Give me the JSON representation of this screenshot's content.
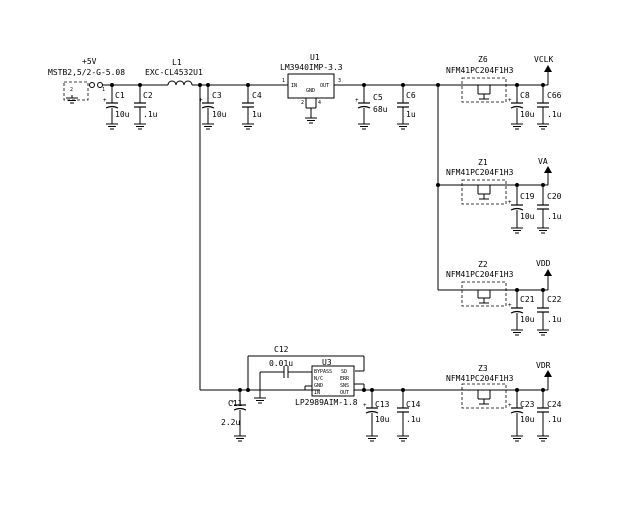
{
  "connector": {
    "ref": "MSTB2,5/2-G-5.08",
    "net": "+5V",
    "pin1": "1",
    "pin2": "2"
  },
  "inductor": {
    "ref": "L1",
    "part": "EXC-CL4532U1"
  },
  "regulator_u1": {
    "ref": "U1",
    "part": "LM3940IMP-3.3",
    "pin_in": "IN",
    "pin_out": "OUT",
    "pin_gnd": "GND",
    "p1": "1",
    "p2": "2",
    "p3": "3",
    "p4": "4"
  },
  "regulator_u3": {
    "ref": "U3",
    "part": "LP2989AIM-1.8",
    "pins_left": [
      "BYPASS",
      "N/C",
      "GND",
      "IN"
    ],
    "pins_right": [
      "SD",
      "ERR",
      "SNS",
      "OUT"
    ]
  },
  "capacitors": [
    {
      "ref": "C1",
      "value": "10u"
    },
    {
      "ref": "C2",
      "value": ".1u"
    },
    {
      "ref": "C3",
      "value": "10u"
    },
    {
      "ref": "C4",
      "value": "1u"
    },
    {
      "ref": "C5",
      "value": "68u"
    },
    {
      "ref": "C6",
      "value": "1u"
    },
    {
      "ref": "C8",
      "value": "10u"
    },
    {
      "ref": "C66",
      "value": ".1u"
    },
    {
      "ref": "C19",
      "value": "10u"
    },
    {
      "ref": "C20",
      "value": ".1u"
    },
    {
      "ref": "C21",
      "value": "10u"
    },
    {
      "ref": "C22",
      "value": ".1u"
    },
    {
      "ref": "C12",
      "value": "0.01u"
    },
    {
      "ref": "C11",
      "value": "2.2u"
    },
    {
      "ref": "C13",
      "value": "10u"
    },
    {
      "ref": "C14",
      "value": ".1u"
    },
    {
      "ref": "C23",
      "value": "10u"
    },
    {
      "ref": "C24",
      "value": ".1u"
    }
  ],
  "filters": [
    {
      "ref": "Z6",
      "part": "NFM41PC204F1H3",
      "net": "VCLK"
    },
    {
      "ref": "Z1",
      "part": "NFM41PC204F1H3",
      "net": "VA"
    },
    {
      "ref": "Z2",
      "part": "NFM41PC204F1H3",
      "net": "VDD"
    },
    {
      "ref": "Z3",
      "part": "NFM41PC204F1H3",
      "net": "VDR"
    }
  ]
}
